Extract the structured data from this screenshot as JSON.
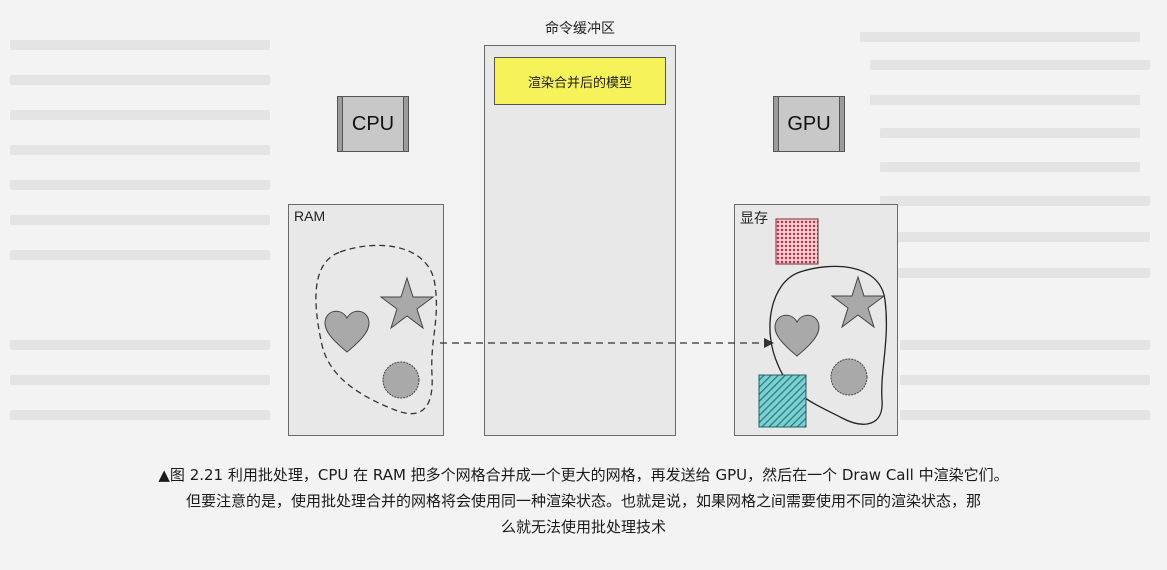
{
  "diagram": {
    "command_buffer_title": "命令缓冲区",
    "merged_model_label": "渲染合并后的模型",
    "cpu_label": "CPU",
    "gpu_label": "GPU",
    "ram_label": "RAM",
    "vram_label": "显存"
  },
  "caption": {
    "line1": "▲图 2.21   利用批处理，CPU 在 RAM 把多个网格合并成一个更大的网格，再发送给 GPU，然后在一个 Draw Call 中渲染它们。",
    "line2": "但要注意的是，使用批处理合并的网格将会使用同一种渲染状态。也就是说，如果网格之间需要使用不同的渲染状态，那",
    "line3": "么就无法使用批处理技术"
  },
  "colors": {
    "highlight_yellow": "#f6f25a",
    "red_square": "#d8566a",
    "teal_square": "#3aa6a8",
    "shape_gray": "#a9a9a9"
  }
}
